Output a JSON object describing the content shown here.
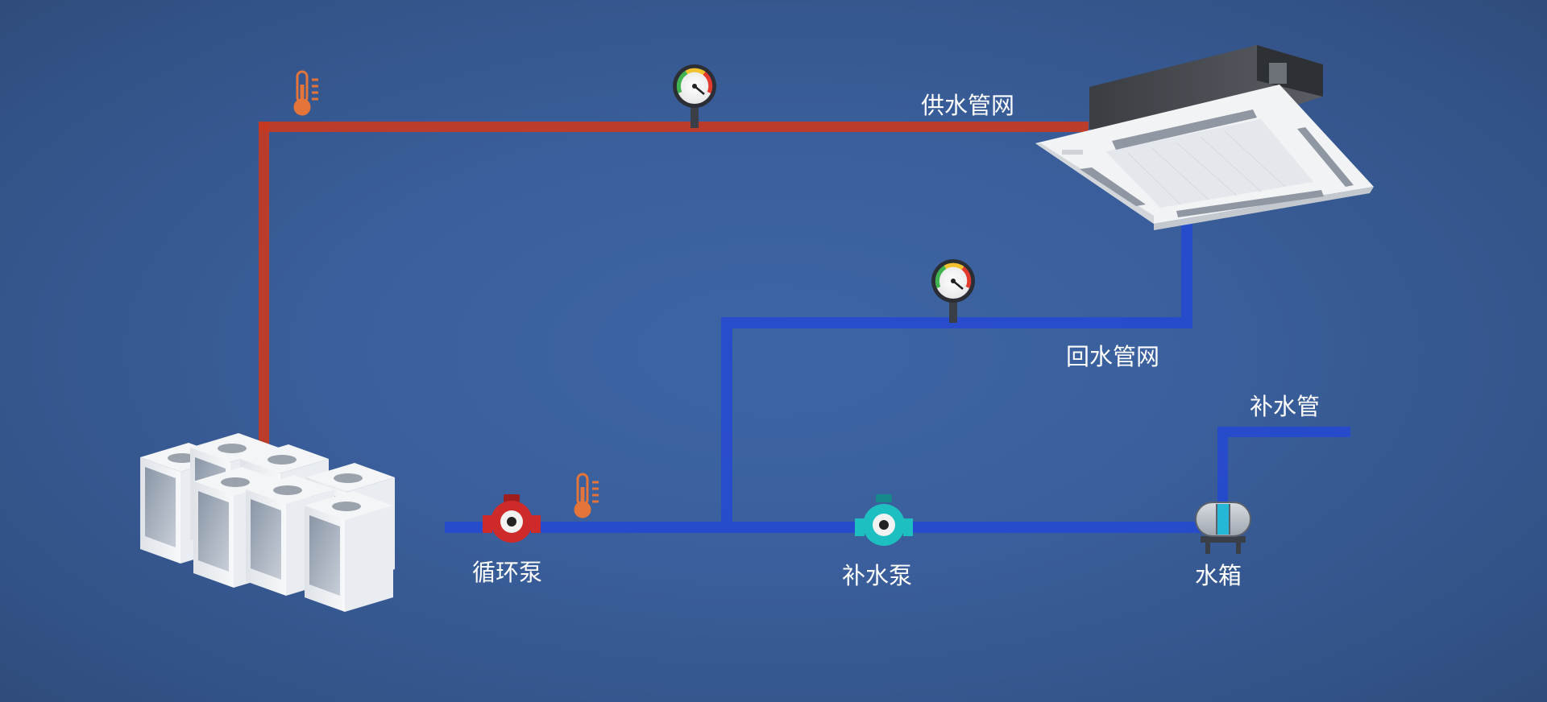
{
  "labels": {
    "supply_network": "供水管网",
    "return_network": "回水管网",
    "makeup_pipe": "补水管",
    "circulation_pump": "循环泵",
    "makeup_pump": "补水泵",
    "water_tank": "水箱"
  },
  "colors": {
    "supply_pipe": "#c53a22",
    "return_pipe": "#2449d4",
    "thermometer": "#e3743a",
    "circulation_pump": "#cf2a2a",
    "makeup_pump": "#1ebfc0"
  },
  "icons": [
    "thermometer-icon",
    "pressure-gauge-icon",
    "pump-icon",
    "water-tank-icon",
    "heat-pump-unit",
    "ceiling-cassette-unit"
  ]
}
